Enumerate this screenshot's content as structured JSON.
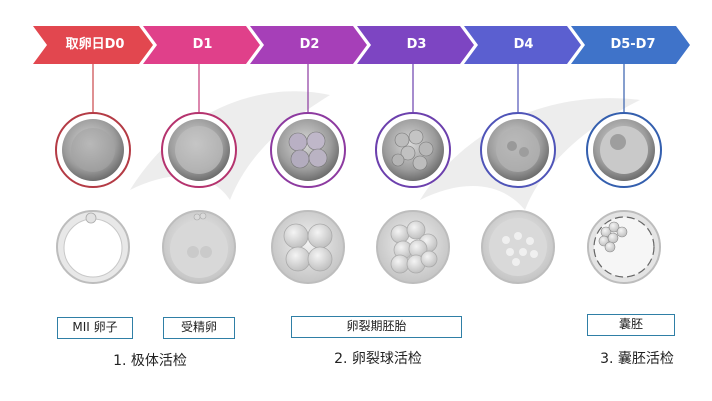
{
  "stages": [
    {
      "label": "取卵日D0",
      "color": "#e2474f"
    },
    {
      "label": "D1",
      "color": "#e0408a"
    },
    {
      "label": "D2",
      "color": "#a63fb8"
    },
    {
      "label": "D3",
      "color": "#7d45c2"
    },
    {
      "label": "D4",
      "color": "#5b5fd0"
    },
    {
      "label": "D5-D7",
      "color": "#3f73c9"
    }
  ],
  "boxes": [
    {
      "label": "MII 卵子"
    },
    {
      "label": "受精卵"
    },
    {
      "label": "卵裂期胚胎"
    },
    {
      "label": "囊胚"
    }
  ],
  "captions": [
    {
      "label": "1. 极体活检"
    },
    {
      "label": "2. 卵裂球活检"
    },
    {
      "label": "3. 囊胚活检"
    }
  ]
}
